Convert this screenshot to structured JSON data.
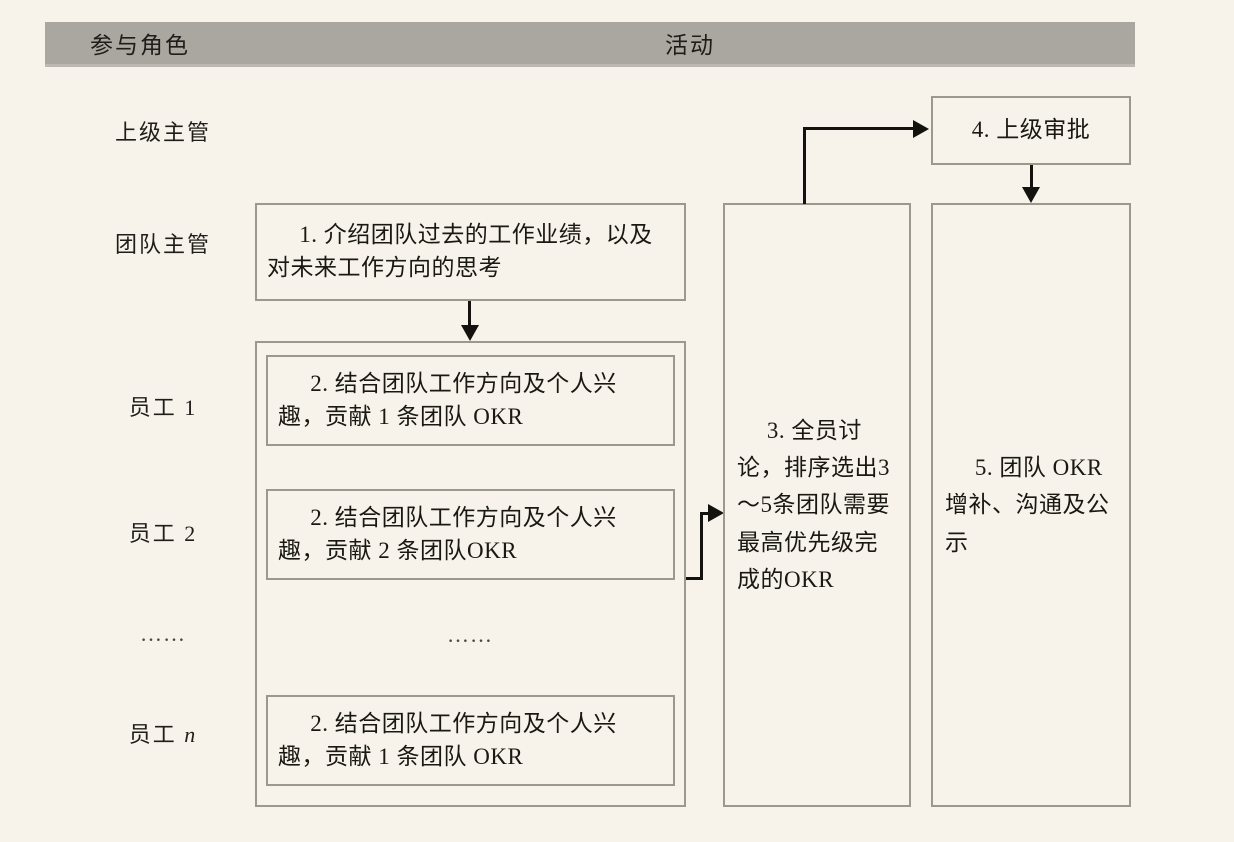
{
  "header": {
    "role_column": "参与角色",
    "activity_column": "活动"
  },
  "roles": [
    {
      "id": "senior-manager",
      "label": "上级主管"
    },
    {
      "id": "team-manager",
      "label": "团队主管"
    },
    {
      "id": "employee-1",
      "label": "员工 1"
    },
    {
      "id": "employee-2",
      "label": "员工 2"
    },
    {
      "id": "employee-ellipsis",
      "label": "……"
    },
    {
      "id": "employee-n",
      "label_prefix": "员工 ",
      "label_italic": "n"
    }
  ],
  "steps": {
    "step1": "1. 介绍团队过去的工作业绩，以及对未来工作方向的思考",
    "step2_employee1": "2. 结合团队工作方向及个人兴趣，贡献 1 条团队 OKR",
    "step2_employee2": "2. 结合团队工作方向及个人兴趣，贡献 2 条团队OKR",
    "step2_ellipsis": "……",
    "step2_employee_n": "2. 结合团队工作方向及个人兴趣，贡献 1 条团队 OKR",
    "step3": "3. 全员讨论，排序选出3～5条团队需要最高优先级完成的OKR",
    "step4": "4. 上级审批",
    "step5": "5. 团队 OKR 增补、沟通及公示"
  },
  "colors": {
    "page_background": "#f7f3ea",
    "header_background": "#aaa6a0",
    "box_border": "#9d978c",
    "connector": "#14120f",
    "text": "#1a1813"
  }
}
